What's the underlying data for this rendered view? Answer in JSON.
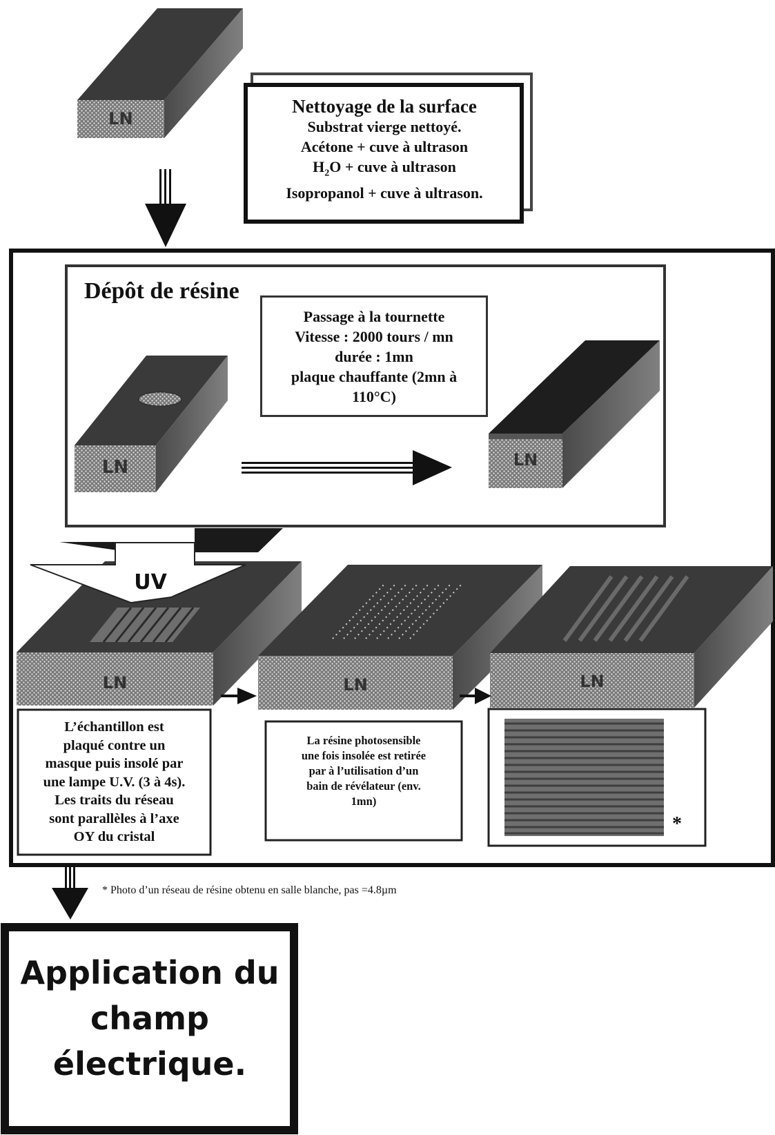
{
  "block_label": "LN",
  "uv_label": "UV",
  "cleaning": {
    "title": "Nettoyage de la surface",
    "lines": [
      "Substrat vierge nettoyé.",
      "Acétone + cuve à ultrason",
      "H",
      "2",
      "O + cuve à ultrason",
      "Isopropanol + cuve à ultrason."
    ]
  },
  "deposit": {
    "title": "Dépôt de résine",
    "spin_lines": [
      "Passage à la tournette",
      "Vitesse : 2000 tours / mn",
      "durée : 1mn",
      "plaque chauffante (2mn à",
      "110°C)"
    ]
  },
  "step_boxes": {
    "insolation": [
      "L’échantillon est",
      "plaqué contre un",
      "masque puis insolé par",
      "une lampe U.V. (3 à 4s).",
      "Les traits du réseau",
      "sont parallèles à l’axe",
      "OY du cristal"
    ],
    "development": [
      "La résine photosensible",
      "une fois insolée est retirée",
      "par à l’utilisation d’un",
      "bain de révélateur (env.",
      "1mn)"
    ],
    "photo_marker": "*"
  },
  "footnote": "* Photo d’un réseau de résine obtenu en salle blanche, pas =4.8µm",
  "final": {
    "lines": [
      "Application du",
      "champ",
      "électrique."
    ]
  }
}
